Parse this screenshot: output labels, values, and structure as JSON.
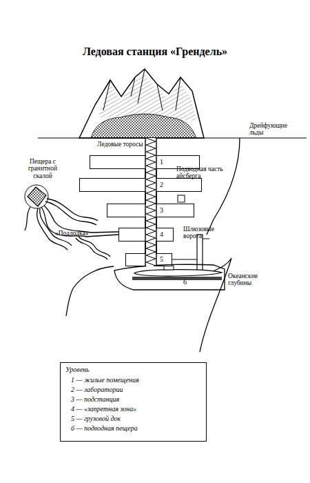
{
  "diagram": {
    "title": "Ледовая станция «Грендель»",
    "nodes": [
      {
        "text": [
          "1"
        ]
      },
      {
        "text": [
          "2"
        ]
      },
      {
        "text": [
          "3"
        ]
      },
      {
        "text": [
          "4"
        ]
      },
      {
        "text": [
          "5"
        ]
      },
      {
        "text": [
          "6"
        ]
      }
    ],
    "edges": [
      {
        "from": 0,
        "to": 1,
        "arrow": "none"
      },
      {
        "from": 1,
        "to": 2,
        "arrow": "none"
      },
      {
        "from": 2,
        "to": 3,
        "arrow": "none"
      },
      {
        "from": 3,
        "to": 4,
        "arrow": "none"
      }
    ],
    "labels": [
      "Дрейфующие льды",
      "Ледовые торосы",
      "Пещера с гранитной скалой",
      "Подводная часть айсберга",
      "«Подлодка»",
      "Шлюзовые ворота",
      "Океанские глубины",
      "Уровень"
    ],
    "legend": [
      {
        "text": "1 — жилые помещения"
      },
      {
        "text": "2 — лаборатории"
      },
      {
        "text": "3 — подстанция"
      },
      {
        "text": "4 — «запретная зона»"
      },
      {
        "text": "5 — грузовой док"
      },
      {
        "text": "6 — подводная пещера"
      }
    ]
  }
}
